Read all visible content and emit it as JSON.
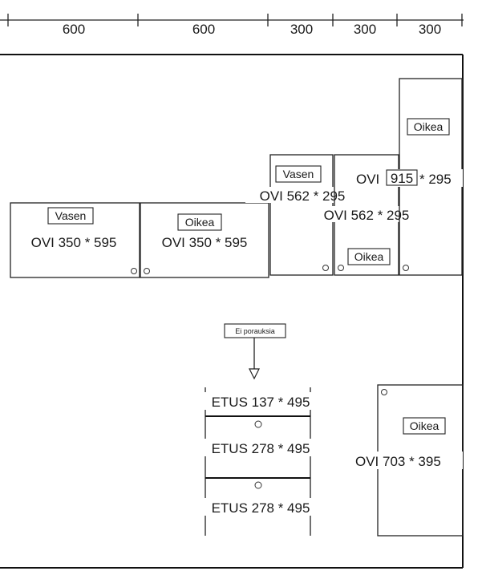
{
  "dimensions": [
    "600",
    "600",
    "300",
    "300",
    "300"
  ],
  "cabinets": [
    {
      "id": "vasen-350",
      "side": "Vasen",
      "door": "OVI 350 * 595"
    },
    {
      "id": "oikea-350",
      "side": "Oikea",
      "door": "OVI 350 * 595"
    },
    {
      "id": "vasen-562",
      "side": "Vasen",
      "door": "OVI 562 * 295"
    },
    {
      "id": "oikea-562",
      "side": "Oikea",
      "door": "OVI 562 * 295"
    },
    {
      "id": "oikea-915",
      "side": "Oikea",
      "door_prefix": "OVI",
      "door_highlight": "915",
      "door_suffix": "* 295"
    },
    {
      "id": "oikea-703",
      "side": "Oikea",
      "door": "OVI 703 * 395"
    }
  ],
  "note": "Ei porauksia",
  "drawers": [
    "ETUS 137 * 495",
    "ETUS 278 * 495",
    "ETUS 278 * 495"
  ]
}
